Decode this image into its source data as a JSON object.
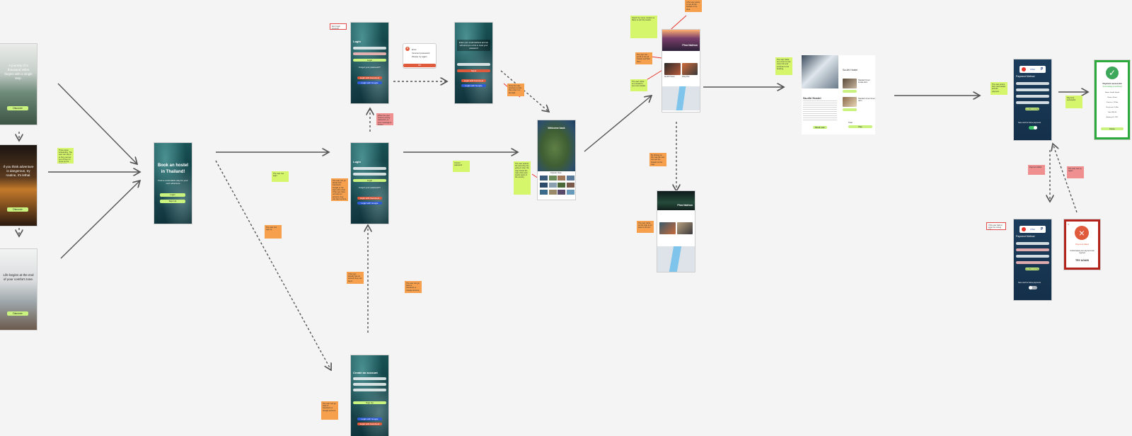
{
  "onboarding": {
    "screen1_text": "A journey of a thousand miles begins with a single step.",
    "screen2_text": "If you think adventure is dangerous, try routine, it's lethal.",
    "screen3_text": "Life begins at the end of your comfort zone.",
    "button": "Discover"
  },
  "notes": {
    "swipe": "Three steps onboarding. The user can skip it or they can tap one of them to move on the next page.",
    "login_btn": "The user can login",
    "signup_btn": "The user can sign up",
    "login_err": "When the user enters a wrong password, an error message is shown.",
    "forgot": "The user can go ahead with Facebook, Google or the login with email. If the user does not have an account, they can sign up here.",
    "create_note": "The user can go back to Facebook or Google account.",
    "signup_back": "If the user already has an account they can log in.",
    "correct_pwd": "Correct password",
    "reset_note": "Once the user receives a code, they enter it in the field.",
    "map_note": "The user selects the area they are going to stay; the map shows the main cities and tourist spots of the country.",
    "top_callout": "If the user wants to see all the hostels in the area.",
    "orange_2": "The user can scroll to see all hostels and filter them.",
    "green_search": "Search by name, location or filters to sort the results.",
    "green_map": "The user clicks on a hostel to see more details.",
    "pin_note": "By clicking on the map the user can see the hostels on the map.",
    "bottom_orange": "The user clicks on the map to go back to the list.",
    "detail_note": "The user clicks on a room to see more info and continue to the booking.",
    "pay_note": "The user enters their card details and the payment.",
    "pay_ok": "Payment successful",
    "pay_fail": "Payment failed",
    "pay_retry": "The user can try again.",
    "pay_outline": "If the user fails to enter the wrong info",
    "top_left_outline": "Error login incorrect password"
  },
  "login": {
    "title": "Login",
    "login_btn": "Login",
    "forgot": "Forgot your password?",
    "facebook": "Login with Facebook",
    "google": "Login with Google"
  },
  "welcome": {
    "title_line1": "Book an hostel",
    "title_line2": "in Thailand!",
    "subtitle": "Find a comfortable stay for your next adventure",
    "login": "Login",
    "signup": "Sign Up"
  },
  "error_popup": {
    "title": "Error",
    "line1": "Incorrect password",
    "line2": "Please try again",
    "ok": "OK"
  },
  "reset": {
    "text": "Enter your email address and we will send you a link to reset your password",
    "button": "Send"
  },
  "create_account": {
    "title": "Create an account",
    "signup": "Sign Up"
  },
  "map_screen": {
    "title": "Welcome back",
    "caption": "Popular cities"
  },
  "list_screen": {
    "hero": "Phra Nakhon",
    "hero2": "Phra Nakhon",
    "h1": "Sa-dhi Hostel",
    "h2": "Pang Pao"
  },
  "detail": {
    "name": "Sa-dhi Hostel",
    "heading": "Sa-dhi Hostel",
    "book": "Book now",
    "room1": "Standard 6-bed female dorm",
    "room2": "Standard 4-bed mixed dorm",
    "total": "Total",
    "pay": "Pay"
  },
  "payment": {
    "title": "Payment Method",
    "visa": "VISA",
    "button": "Confirm & Pay",
    "save": "Save card for future payments"
  },
  "success": {
    "title": "Payment successful",
    "subtitle": "Your booking is confirmed",
    "rows": [
      "Name: Sa-dhi Hostel",
      "Room: 6-bed",
      "Check-in: 12 Mar",
      "Check-out: 15 Mar",
      "Total: $30.00",
      "Booking ID: 2211"
    ],
    "button": "Done"
  },
  "failure": {
    "title": "Payment failed",
    "text": "Unfortunately your payment was rejected",
    "retry": "TRY AGAIN"
  }
}
